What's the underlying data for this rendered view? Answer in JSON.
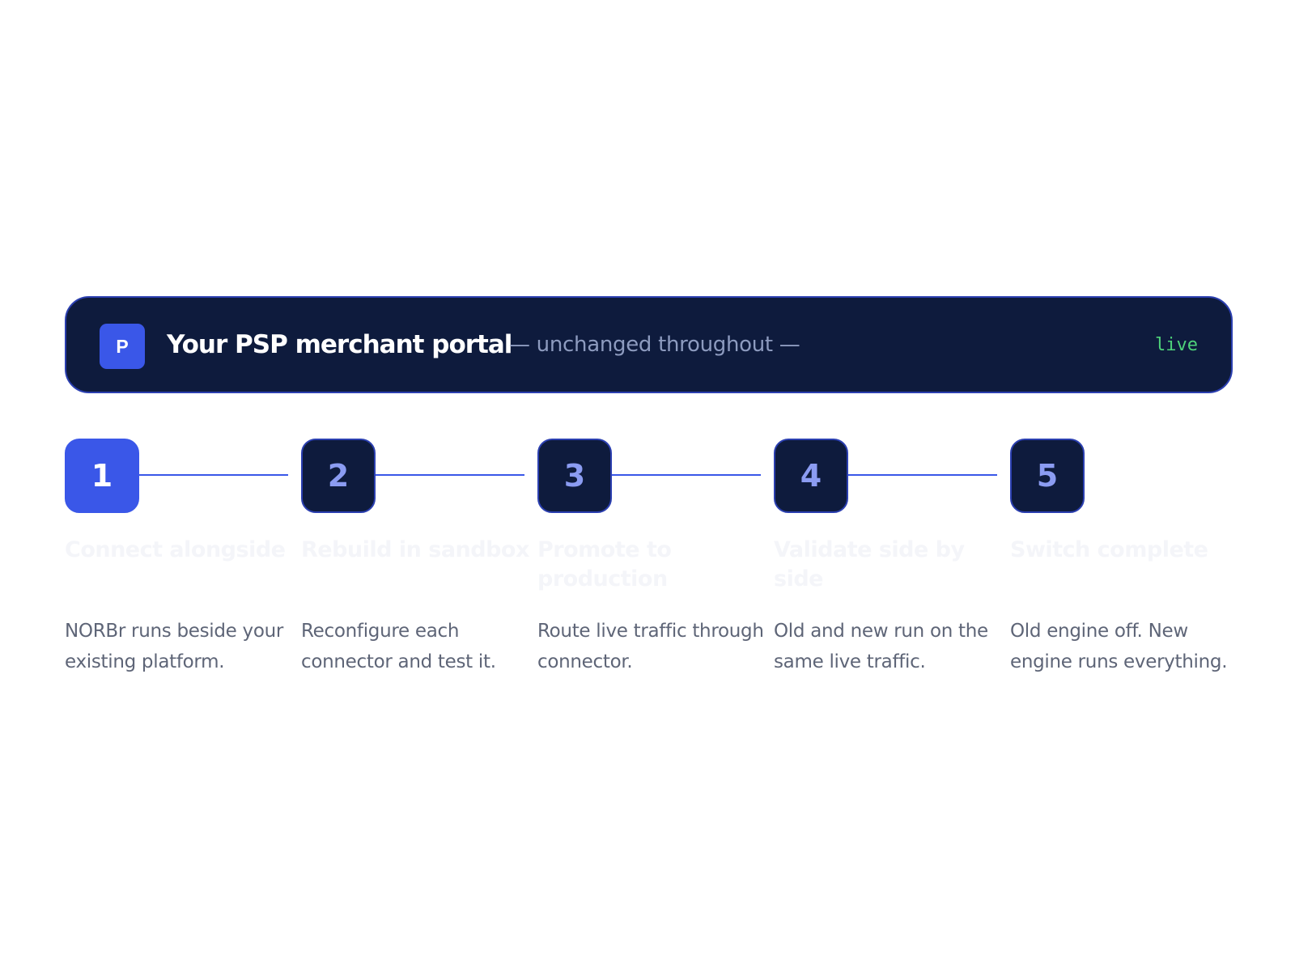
{
  "portal": {
    "badge": "P",
    "title": "Your PSP merchant portal",
    "subtitle": "— unchanged throughout —",
    "status": "live"
  },
  "steps": [
    {
      "number": "1",
      "title": "Connect alongside",
      "description": "NORBr runs beside your existing platform.",
      "active": true
    },
    {
      "number": "2",
      "title": "Rebuild in sandbox",
      "description": "Reconfigure each connector and test it.",
      "active": false
    },
    {
      "number": "3",
      "title": "Promote to production",
      "description": "Route live traffic through connector.",
      "active": false
    },
    {
      "number": "4",
      "title": "Validate side by side",
      "description": "Old and new run on the same live traffic.",
      "active": false
    },
    {
      "number": "5",
      "title": "Switch complete",
      "description": "Old engine off. New engine runs everything.",
      "active": false
    }
  ],
  "colors": {
    "navy": "#0e1b3d",
    "accent": "#3a57e8",
    "live": "#4ed37a"
  }
}
